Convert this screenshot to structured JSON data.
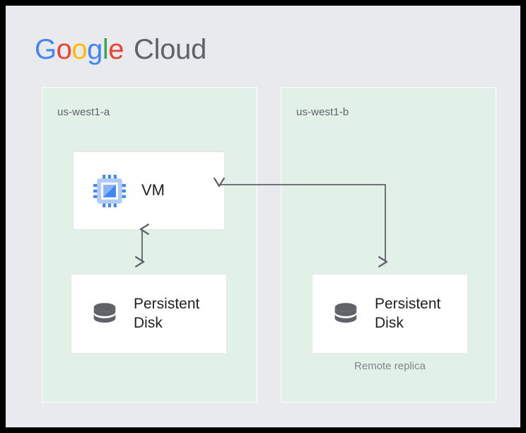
{
  "brand": {
    "name_google": "Google",
    "name_cloud": "Cloud",
    "letters": [
      "G",
      "o",
      "o",
      "g",
      "l",
      "e"
    ],
    "colors": {
      "blue": "#4285f4",
      "red": "#ea4335",
      "yellow": "#fbbc05",
      "green": "#34a853",
      "gray": "#5f6368"
    }
  },
  "canvas": {
    "background": "#e8eaed",
    "zone_fill": "#e2f1e8",
    "card_fill": "#ffffff",
    "connector_color": "#5f6368"
  },
  "zones": [
    {
      "id": "us-west1-a",
      "label": "us-west1-a",
      "resources": [
        {
          "id": "vm",
          "label": "VM",
          "icon": "cpu-chip-icon"
        },
        {
          "id": "persistent-disk-a",
          "label": "Persistent\nDisk",
          "icon": "database-disk-icon"
        }
      ]
    },
    {
      "id": "us-west1-b",
      "label": "us-west1-b",
      "resources": [
        {
          "id": "persistent-disk-b",
          "label": "Persistent\nDisk",
          "icon": "database-disk-icon",
          "caption": "Remote replica"
        }
      ]
    }
  ],
  "connectors": [
    {
      "id": "vm-to-disk-a",
      "from": "vm",
      "to": "persistent-disk-a",
      "direction": "bidirectional",
      "shape": "vertical"
    },
    {
      "id": "vm-to-remote-replica",
      "from": "vm",
      "to": "persistent-disk-b",
      "direction": "bidirectional",
      "shape": "elbow"
    }
  ]
}
